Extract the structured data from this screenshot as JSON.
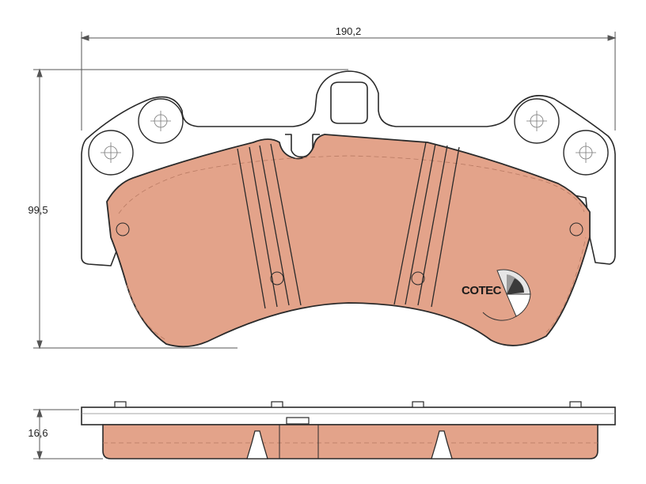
{
  "dimensions": {
    "width": "190,2",
    "height": "99,5",
    "thickness": "16,6"
  },
  "logo": {
    "text": "COTEC",
    "icon": "cotec-gauge-icon"
  },
  "colors": {
    "friction_material": "#e3a38a",
    "backing_plate": "#ffffff",
    "outline": "#2a2a2a",
    "dimension_line": "#555555"
  }
}
